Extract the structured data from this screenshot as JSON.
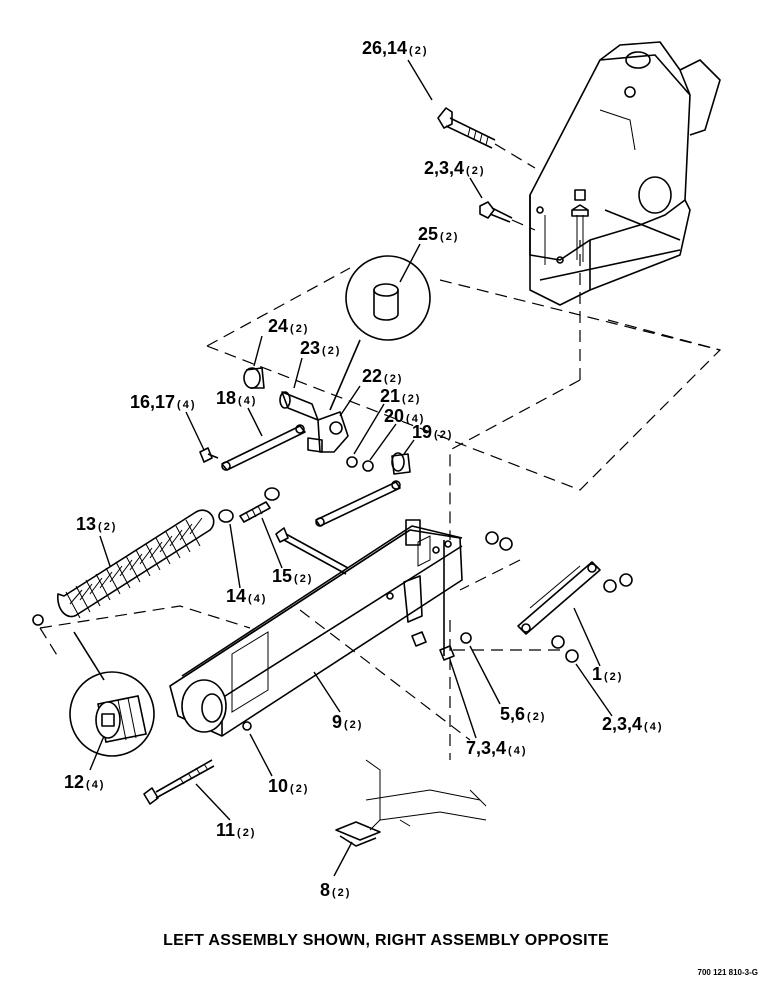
{
  "callouts": [
    {
      "id": "c1",
      "number": "26,14",
      "qty": "(2)"
    },
    {
      "id": "c2",
      "number": "2,3,4",
      "qty": "(2)"
    },
    {
      "id": "c3",
      "number": "25",
      "qty": "(2)"
    },
    {
      "id": "c4",
      "number": "24",
      "qty": "(2)"
    },
    {
      "id": "c5",
      "number": "23",
      "qty": "(2)"
    },
    {
      "id": "c6",
      "number": "22",
      "qty": "(2)"
    },
    {
      "id": "c7",
      "number": "21",
      "qty": "(2)"
    },
    {
      "id": "c8",
      "number": "20",
      "qty": "(4)"
    },
    {
      "id": "c9",
      "number": "19",
      "qty": "(2)"
    },
    {
      "id": "c10",
      "number": "16,17",
      "qty": "(4)"
    },
    {
      "id": "c11",
      "number": "18",
      "qty": "(4)"
    },
    {
      "id": "c12",
      "number": "13",
      "qty": "(2)"
    },
    {
      "id": "c13",
      "number": "15",
      "qty": "(2)"
    },
    {
      "id": "c14",
      "number": "14",
      "qty": "(4)"
    },
    {
      "id": "c15",
      "number": "1",
      "qty": "(2)"
    },
    {
      "id": "c16",
      "number": "5,6",
      "qty": "(2)"
    },
    {
      "id": "c17",
      "number": "2,3,4",
      "qty": "(4)"
    },
    {
      "id": "c18",
      "number": "9",
      "qty": "(2)"
    },
    {
      "id": "c19",
      "number": "7,3,4",
      "qty": "(4)"
    },
    {
      "id": "c20",
      "number": "12",
      "qty": "(4)"
    },
    {
      "id": "c21",
      "number": "10",
      "qty": "(2)"
    },
    {
      "id": "c22",
      "number": "11",
      "qty": "(2)"
    },
    {
      "id": "c23",
      "number": "8",
      "qty": "(2)"
    }
  ],
  "caption": "LEFT ASSEMBLY SHOWN, RIGHT ASSEMBLY OPPOSITE",
  "drawing_number": "700 121 810-3-G"
}
